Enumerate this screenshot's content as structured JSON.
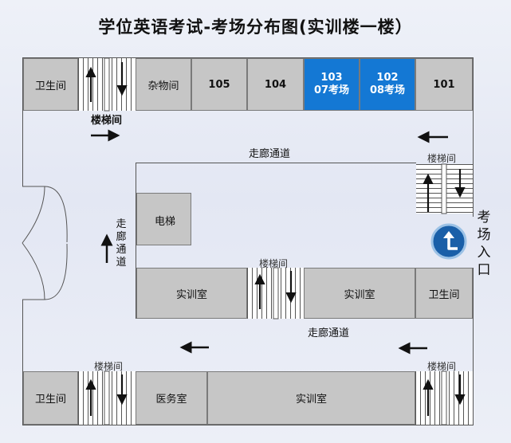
{
  "title": "学位英语考试-考场分布图(实训楼一楼）",
  "rooms": {
    "wc_top": "卫生间",
    "storage": "杂物间",
    "r105": "105",
    "r104": "104",
    "r103_num": "103",
    "r103_sub": "07考场",
    "r102_num": "102",
    "r102_sub": "08考场",
    "r101": "101",
    "elevator": "电梯",
    "training_mid_left": "实训室",
    "training_mid_right": "实训室",
    "wc_mid": "卫生间",
    "wc_bottom": "卫生间",
    "clinic": "医务室",
    "training_bottom": "实训室"
  },
  "labels": {
    "stairs_top_left": "楼梯间",
    "stairs_top_right": "楼梯间",
    "stairs_mid": "楼梯间",
    "stairs_bottom_left": "楼梯间",
    "stairs_bottom_right": "楼梯间",
    "corridor_top": "走廊通道",
    "corridor_bottom": "走廊通道",
    "corridor_left": "走廊通道",
    "entrance": "考场入口"
  },
  "colors": {
    "exam_room": "#1478d4",
    "room": "#c6c6c6",
    "entrance_badge": "#1a5fa8"
  },
  "icons": {
    "entrance": "turn-arrow-icon"
  }
}
